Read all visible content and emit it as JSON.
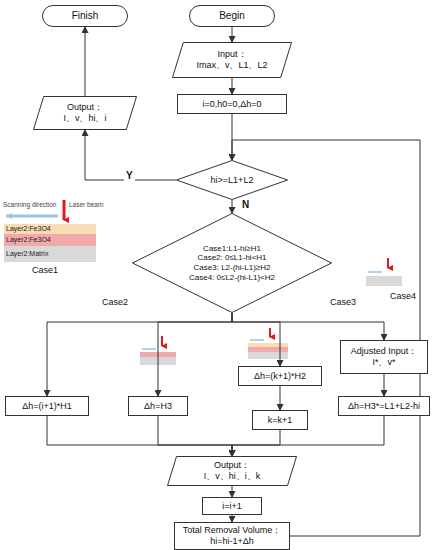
{
  "diagram": {
    "nodes": [
      {
        "text": [
          "Begin"
        ]
      },
      {
        "text": [
          "Input：",
          "Imax、v、L1、L2"
        ]
      },
      {
        "text": [
          "i=0,h0=0,Δh=0"
        ]
      },
      {
        "text": [
          "hi>=L1+L2"
        ]
      },
      {
        "text": [
          "Output：",
          "I、v、hi、i"
        ]
      },
      {
        "text": [
          "Finish"
        ]
      },
      {
        "text": [
          "Case1:L1-hi≥H1",
          "Case2: 0≤L1-hi<H1",
          "Case3: L2-(hi-L1)≥H2",
          "Case4: 0≤L2-(hi-L1)<H2"
        ]
      },
      {
        "text": [
          "Δh=(i+1)*H1"
        ]
      },
      {
        "text": [
          "Δh=H3"
        ]
      },
      {
        "text": [
          "Δh=(k+1)*H2"
        ]
      },
      {
        "text": [
          "Adjusted Input：",
          "I*、v*"
        ]
      },
      {
        "text": [
          "k=k+1"
        ]
      },
      {
        "text": [
          "Δh=H3*=L1+L2-hi"
        ]
      },
      {
        "text": [
          "Output：",
          "I、v、hi、i、k"
        ]
      },
      {
        "text": [
          "i=i+1"
        ]
      },
      {
        "text": [
          "Total Removal Volume：",
          "hi=hi-1+Δh"
        ]
      }
    ],
    "edges": [
      {
        "from": 0,
        "to": 1,
        "arrow": "to"
      },
      {
        "from": 1,
        "to": 2,
        "arrow": "to"
      },
      {
        "from": 2,
        "to": 3,
        "arrow": "to"
      },
      {
        "from": 3,
        "to": 4,
        "label": "Y",
        "arrow": "to"
      },
      {
        "from": 4,
        "to": 5,
        "arrow": "to"
      },
      {
        "from": 3,
        "to": 6,
        "label": "N",
        "arrow": "to"
      },
      {
        "from": 6,
        "to": 7,
        "arrow": "to"
      },
      {
        "from": 6,
        "to": 8,
        "arrow": "to"
      },
      {
        "from": 6,
        "to": 9,
        "arrow": "to"
      },
      {
        "from": 6,
        "to": 10,
        "arrow": "to"
      },
      {
        "from": 10,
        "to": 12,
        "arrow": "to"
      },
      {
        "from": 9,
        "to": 11,
        "arrow": "to"
      },
      {
        "from": 7,
        "to": 13,
        "arrow": "to"
      },
      {
        "from": 8,
        "to": 13,
        "arrow": "to"
      },
      {
        "from": 11,
        "to": 13,
        "arrow": "to"
      },
      {
        "from": 12,
        "to": 13,
        "arrow": "to"
      },
      {
        "from": 13,
        "to": 14,
        "arrow": "to"
      },
      {
        "from": 14,
        "to": 15,
        "arrow": "to"
      },
      {
        "from": 15,
        "to": 3,
        "arrow": "to"
      }
    ],
    "labels": [
      "Scanning direction",
      "Laser beam",
      "Layer2:Fe3O4",
      "Layer2:Fe3O4",
      "Layer2:Matrix",
      "Case1",
      "Case2",
      "Case3",
      "Case4"
    ]
  }
}
